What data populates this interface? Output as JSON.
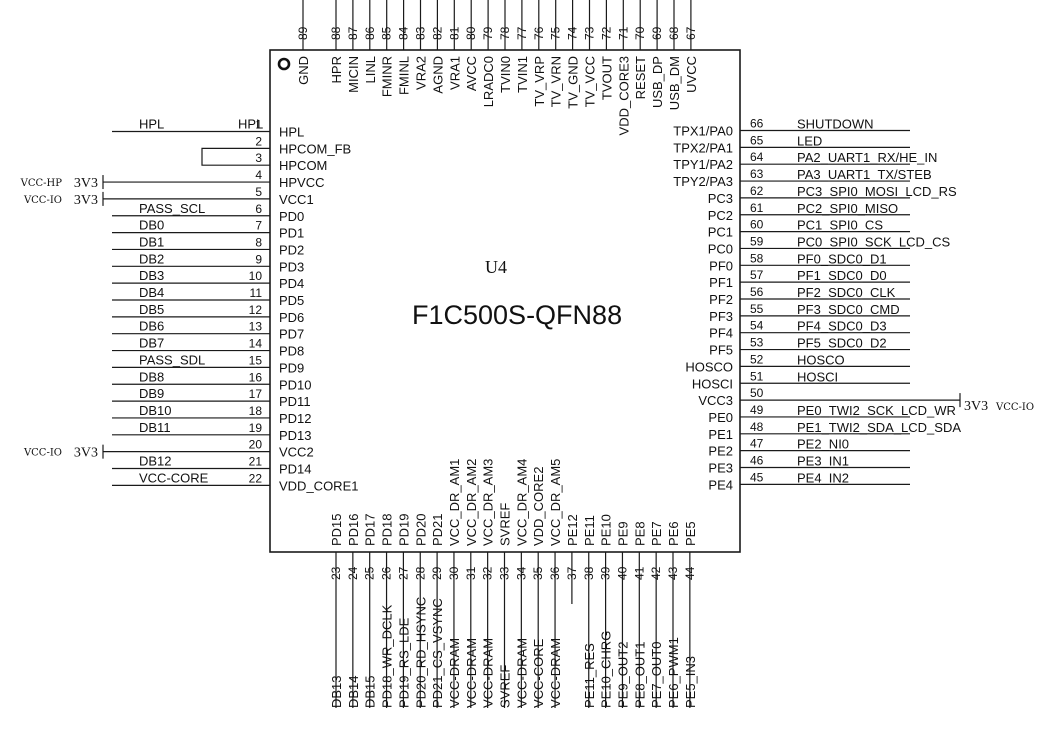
{
  "component": {
    "refdes": "U4",
    "part_name": "F1C500S-QFN88",
    "pin1_marker": "circle-dot"
  },
  "left_pins": [
    {
      "num": "1",
      "name": "HPL",
      "net": "HPL",
      "net_b": "HPL"
    },
    {
      "num": "2",
      "name": "HPCOM_FB"
    },
    {
      "num": "3",
      "name": "HPCOM"
    },
    {
      "num": "4",
      "name": "HPVCC",
      "pwr": "VCC-HP",
      "pwr_val": "3V3"
    },
    {
      "num": "5",
      "name": "VCC1",
      "pwr": "VCC-IO",
      "pwr_val": "3V3"
    },
    {
      "num": "6",
      "name": "PD0",
      "net": "PASS_SCL"
    },
    {
      "num": "7",
      "name": "PD1",
      "net": "DB0"
    },
    {
      "num": "8",
      "name": "PD2",
      "net": "DB1"
    },
    {
      "num": "9",
      "name": "PD3",
      "net": "DB2"
    },
    {
      "num": "10",
      "name": "PD4",
      "net": "DB3"
    },
    {
      "num": "11",
      "name": "PD5",
      "net": "DB4"
    },
    {
      "num": "12",
      "name": "PD6",
      "net": "DB5"
    },
    {
      "num": "13",
      "name": "PD7",
      "net": "DB6"
    },
    {
      "num": "14",
      "name": "PD8",
      "net": "DB7"
    },
    {
      "num": "15",
      "name": "PD9",
      "net": "PASS_SDL"
    },
    {
      "num": "16",
      "name": "PD10",
      "net": "DB8"
    },
    {
      "num": "17",
      "name": "PD11",
      "net": "DB9"
    },
    {
      "num": "18",
      "name": "PD12",
      "net": "DB10"
    },
    {
      "num": "19",
      "name": "PD13",
      "net": "DB11"
    },
    {
      "num": "20",
      "name": "VCC2",
      "pwr": "VCC-IO",
      "pwr_val": "3V3"
    },
    {
      "num": "21",
      "name": "PD14",
      "net": "DB12"
    },
    {
      "num": "22",
      "name": "VDD_CORE1",
      "net": "VCC-CORE"
    }
  ],
  "right_pins": [
    {
      "num": "66",
      "name": "TPX1/PA0",
      "net": "SHUTDOWN"
    },
    {
      "num": "65",
      "name": "TPX2/PA1",
      "net": "LED"
    },
    {
      "num": "64",
      "name": "TPY1/PA2",
      "net": "PA2_UART1_RX/HE_IN"
    },
    {
      "num": "63",
      "name": "TPY2/PA3",
      "net": "PA3_UART1_TX/STEB"
    },
    {
      "num": "62",
      "name": "PC3",
      "net": "PC3_SPI0_MOSI_LCD_RS"
    },
    {
      "num": "61",
      "name": "PC2",
      "net": "PC2_SPI0_MISO"
    },
    {
      "num": "60",
      "name": "PC1",
      "net": "PC1_SPI0_CS"
    },
    {
      "num": "59",
      "name": "PC0",
      "net": "PC0_SPI0_SCK_LCD_CS"
    },
    {
      "num": "58",
      "name": "PF0",
      "net": "PF0_SDC0_D1"
    },
    {
      "num": "57",
      "name": "PF1",
      "net": "PF1_SDC0_D0"
    },
    {
      "num": "56",
      "name": "PF2",
      "net": "PF2_SDC0_CLK"
    },
    {
      "num": "55",
      "name": "PF3",
      "net": "PF3_SDC0_CMD"
    },
    {
      "num": "54",
      "name": "PF4",
      "net": "PF4_SDC0_D3"
    },
    {
      "num": "53",
      "name": "PF5",
      "net": "PF5_SDC0_D2"
    },
    {
      "num": "52",
      "name": "HOSCO",
      "net": "HOSCO"
    },
    {
      "num": "51",
      "name": "HOSCI",
      "net": "HOSCI"
    },
    {
      "num": "50",
      "name": "VCC3",
      "pwr": "VCC-IO",
      "pwr_val": "3V3"
    },
    {
      "num": "49",
      "name": "PE0",
      "net": "PE0_TWI2_SCK_LCD_WR"
    },
    {
      "num": "48",
      "name": "PE1",
      "net": "PE1_TWI2_SDA_LCD_SDA"
    },
    {
      "num": "47",
      "name": "PE2",
      "net": "PE2_NI0"
    },
    {
      "num": "46",
      "name": "PE3",
      "net": "PE3_IN1"
    },
    {
      "num": "45",
      "name": "PE4",
      "net": "PE4_IN2"
    }
  ],
  "top_pins": [
    {
      "num": "89",
      "name": "GND"
    },
    {
      "num": "88",
      "name": "HPR"
    },
    {
      "num": "87",
      "name": "MICIN"
    },
    {
      "num": "86",
      "name": "LINL"
    },
    {
      "num": "85",
      "name": "FMINR"
    },
    {
      "num": "84",
      "name": "FMINL"
    },
    {
      "num": "83",
      "name": "VRA2"
    },
    {
      "num": "82",
      "name": "AGND"
    },
    {
      "num": "81",
      "name": "VRA1"
    },
    {
      "num": "80",
      "name": "AVCC"
    },
    {
      "num": "79",
      "name": "LRADC0"
    },
    {
      "num": "78",
      "name": "TVIN0"
    },
    {
      "num": "77",
      "name": "TVIN1"
    },
    {
      "num": "76",
      "name": "TV_VRP"
    },
    {
      "num": "75",
      "name": "TV_VRN"
    },
    {
      "num": "74",
      "name": "TV_GND"
    },
    {
      "num": "73",
      "name": "TV_VCC"
    },
    {
      "num": "72",
      "name": "TVOUT"
    },
    {
      "num": "71",
      "name": "VDD_CORE3"
    },
    {
      "num": "70",
      "name": "RESET"
    },
    {
      "num": "69",
      "name": "USB_DP"
    },
    {
      "num": "68",
      "name": "USB_DM"
    },
    {
      "num": "67",
      "name": "UVCC"
    }
  ],
  "bottom_pins": [
    {
      "num": "23",
      "name": "PD15",
      "net": "DB13"
    },
    {
      "num": "24",
      "name": "PD16",
      "net": "DB14"
    },
    {
      "num": "25",
      "name": "PD17",
      "net": "DB15"
    },
    {
      "num": "26",
      "name": "PD18",
      "net": "PD18_WR_DCLK"
    },
    {
      "num": "27",
      "name": "PD19",
      "net": "PD19_RS_LDE"
    },
    {
      "num": "28",
      "name": "PD20",
      "net": "PD20_RD_HSYNC"
    },
    {
      "num": "29",
      "name": "PD21",
      "net": "PD21_CS_VSYNC"
    },
    {
      "num": "30",
      "name": "VCC_DR_AM1",
      "net": "VCC-DRAM"
    },
    {
      "num": "31",
      "name": "VCC_DR_AM2",
      "net": "VCC-DRAM"
    },
    {
      "num": "32",
      "name": "VCC_DR_AM3",
      "net": "VCC-DRAM"
    },
    {
      "num": "33",
      "name": "SVREF",
      "net": "SVREF"
    },
    {
      "num": "34",
      "name": "VCC_DR_AM4",
      "net": "VCC-DRAM"
    },
    {
      "num": "35",
      "name": "VDD_CORE2",
      "net": "VCC-CORE"
    },
    {
      "num": "36",
      "name": "VCC_DR_AM5",
      "net": "VCC-DRAM"
    },
    {
      "num": "37",
      "name": "PE12"
    },
    {
      "num": "38",
      "name": "PE11",
      "net": "PE11_RES"
    },
    {
      "num": "39",
      "name": "PE10",
      "net": "PE10_CHRG"
    },
    {
      "num": "40",
      "name": "PE9",
      "net": "PE9_OUT2"
    },
    {
      "num": "41",
      "name": "PE8",
      "net": "PE8_OUT1"
    },
    {
      "num": "42",
      "name": "PE7",
      "net": "PE7_OUT0"
    },
    {
      "num": "43",
      "name": "PE6",
      "net": "PE6_PWM1"
    },
    {
      "num": "44",
      "name": "PE5",
      "net": "PE5_IN3"
    }
  ]
}
